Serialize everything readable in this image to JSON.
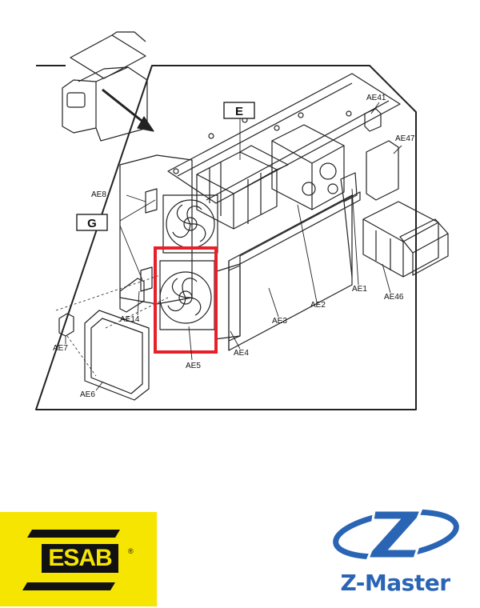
{
  "callouts": {
    "e": "E",
    "g": "G",
    "ae1": "AE1",
    "ae2": "AE2",
    "ae3": "AE3",
    "ae4": "AE4",
    "ae5": "AE5",
    "ae6": "AE6",
    "ae7": "AE7",
    "ae8": "AE8",
    "ae14": "AE14",
    "ae41": "AE41",
    "ae46": "AE46",
    "ae47": "AE47"
  },
  "highlight": {
    "part": "AE5",
    "color": "#e8202a"
  },
  "logos": {
    "esab": {
      "text": "ESAB",
      "mark": "®",
      "background": "#f6e500"
    },
    "zmaster": {
      "name": "Z-Master",
      "color": "#2a64b4"
    }
  }
}
